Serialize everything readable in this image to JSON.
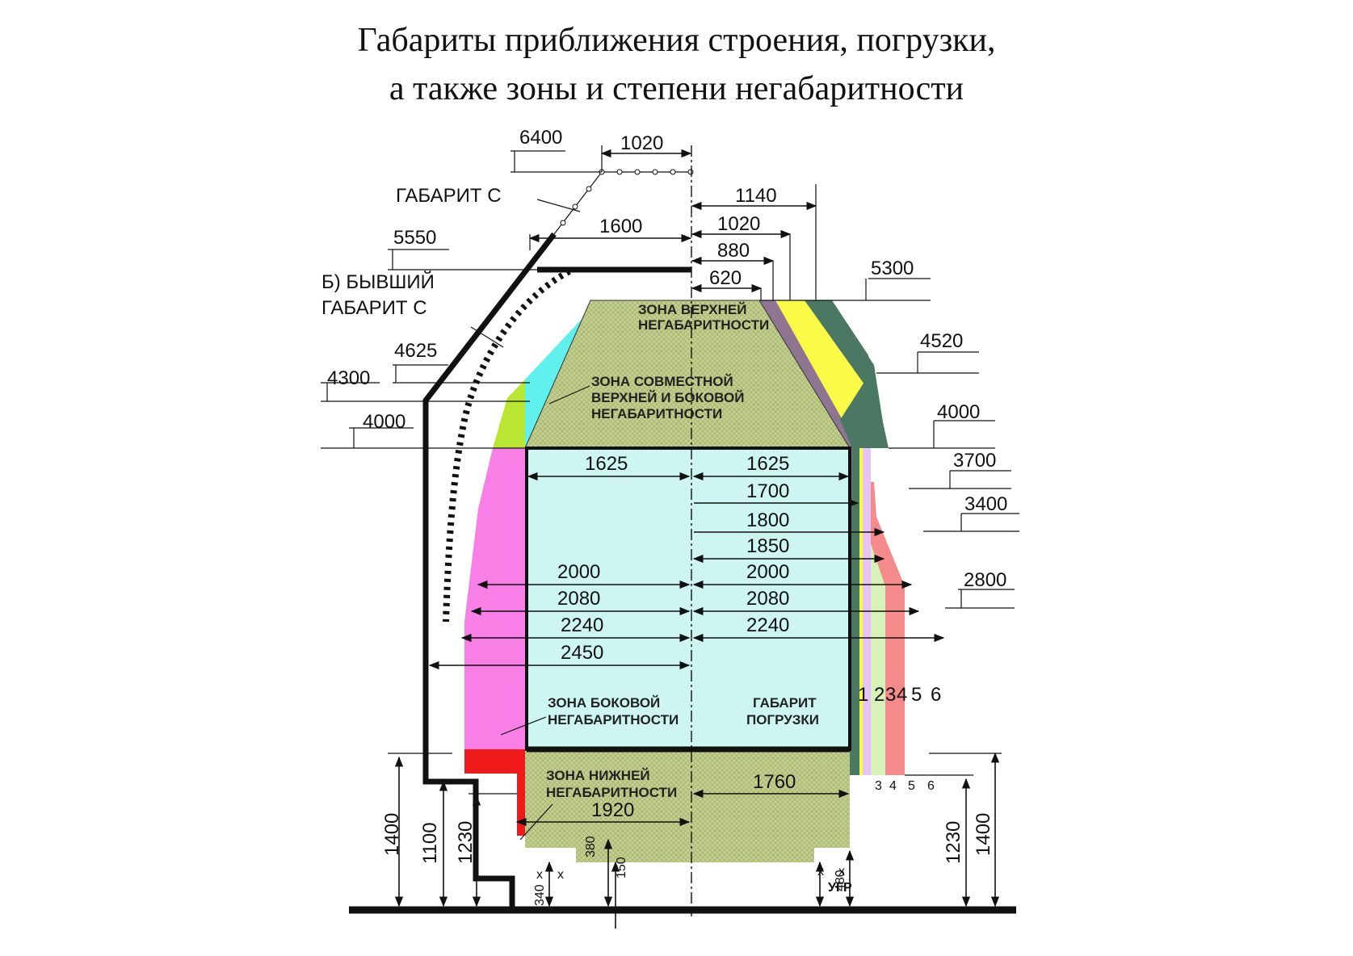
{
  "title": {
    "line1": "Габариты приближения строения, погрузки,",
    "line2": "а также зоны и степени негабаритности"
  },
  "labels": {
    "gabarit_c": "ГАБАРИТ  С",
    "former_c_1": "Б) БЫВШИЙ",
    "former_c_2": "ГАБАРИТ  С",
    "zone_upper_1": "ЗОНА ВЕРХНЕЙ",
    "zone_upper_2": "НЕГАБАРИТНОСТИ",
    "zone_joint_1": "ЗОНА СОВМЕСТНОЙ",
    "zone_joint_2": "ВЕРХНЕЙ И БОКОВОЙ",
    "zone_joint_3": "НЕГАБАРИТНОСТИ",
    "zone_side_1": "ЗОНА БОКОВОЙ",
    "zone_side_2": "НЕГАБАРИТНОСТИ",
    "loading_1": "ГАБАРИТ",
    "loading_2": "ПОГРУЗКИ",
    "zone_lower_1": "ЗОНА НИЖНЕЙ",
    "zone_lower_2": "НЕГАБАРИТНОСТИ",
    "ugr": "УГР",
    "x1": "x",
    "x2": "x",
    "x3": "x",
    "x4": "x"
  },
  "heights_left": {
    "h6400": "6400",
    "h5550": "5550",
    "h4625": "4625",
    "h4300": "4300",
    "h4000": "4000"
  },
  "heights_right": {
    "h5300": "5300",
    "h4520": "4520",
    "h4000": "4000",
    "h3700": "3700",
    "h3400": "3400",
    "h2800": "2800"
  },
  "widths_top": {
    "w1020_top": "1020",
    "w1600": "1600",
    "w1140": "1140",
    "w1020": "1020",
    "w880": "880",
    "w620": "620"
  },
  "widths_body": {
    "w1625_left": "1625",
    "w1625_right": "1625",
    "w1700": "1700",
    "w1800": "1800",
    "w1850": "1850",
    "w2000_left": "2000",
    "w2000_right": "2000",
    "w2080_left": "2080",
    "w2080_right": "2080",
    "w2240_left": "2240",
    "w2240_right": "2240",
    "w2450": "2450",
    "w1760": "1760",
    "w1920": "1920"
  },
  "heights_bottom": {
    "h1400_left": "1400",
    "h1100": "1100",
    "h1230_left": "1230",
    "h380": "380",
    "h150": "150",
    "h340": "340",
    "h480": "480",
    "h1230_right": "1230",
    "h1400_right": "1400"
  },
  "degrees": {
    "d1": "1",
    "d2": "2",
    "d3": "3",
    "d4": "4",
    "d5": "5",
    "d6": "6",
    "b3": "3",
    "b4": "4",
    "b5": "5",
    "b6": "6"
  },
  "colors": {
    "cyan": "#5ff0ee",
    "lime": "#b8e632",
    "magenta": "#f77fe6",
    "red": "#ee1a1a",
    "olive": "#c3d08a",
    "light_cyan": "#cdf6f2",
    "purple": "#8f7592",
    "yellow": "#fafa47",
    "dark_green": "#4a7863",
    "lavender": "#e6c5f4",
    "pale_green": "#d8f1b9",
    "salmon": "#f58a8a"
  }
}
